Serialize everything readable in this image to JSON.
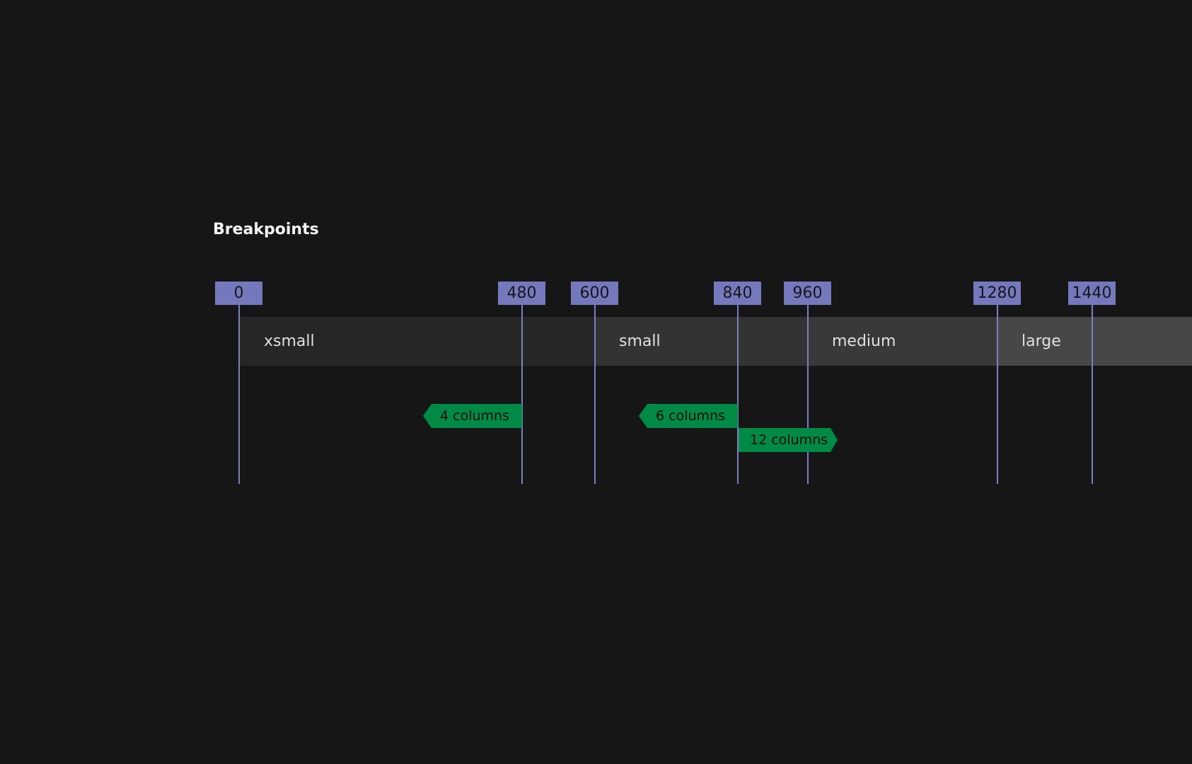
{
  "title": "Breakpoints",
  "colors": {
    "background": "#161616",
    "breakpoint_tag": "#7479bd",
    "breakpoint_line": "#7a80c2",
    "column_tag": "#008a46",
    "band_xsmall": "#262626",
    "band_small": "#333333",
    "band_medium": "#393939",
    "band_large": "#474747"
  },
  "breakpoints": [
    "0",
    "480",
    "600",
    "840",
    "960",
    "1280",
    "1440"
  ],
  "ranges": [
    {
      "label": "xsmall",
      "from": 0,
      "to": 600
    },
    {
      "label": "small",
      "from": 600,
      "to": 960
    },
    {
      "label": "medium",
      "from": 960,
      "to": 1280
    },
    {
      "label": "large",
      "from": 1280,
      "to": null
    }
  ],
  "column_tags": [
    {
      "label": "4 columns",
      "at": 480,
      "direction": "left"
    },
    {
      "label": "6 columns",
      "at": 840,
      "direction": "left"
    },
    {
      "label": "12 columns",
      "at": 840,
      "direction": "right"
    }
  ]
}
